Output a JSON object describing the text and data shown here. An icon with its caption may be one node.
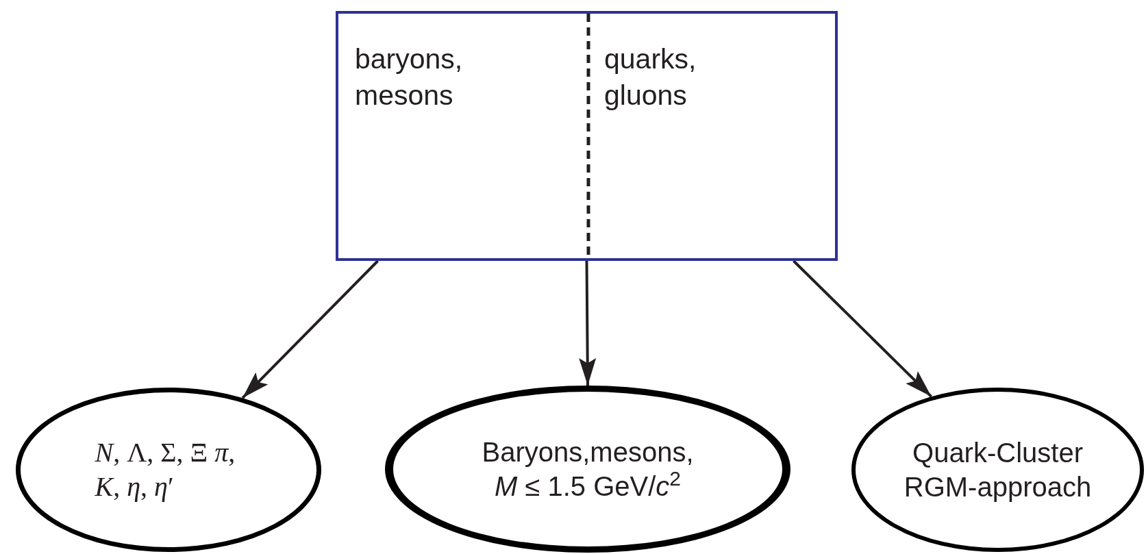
{
  "diagram": {
    "nodes": [
      {
        "text": [
          "baryons, mesons",
          "quarks, gluons"
        ]
      },
      {
        "text": [
          "*N*, Λ, Σ, Ξ *π*, *K*, *η*, *η*′"
        ]
      },
      {
        "text": [
          "Baryons,mesons, *M* ≤ 1.5 GeV/*c*$^{2}$"
        ]
      },
      {
        "text": [
          "Quark-Cluster RGM-approach"
        ]
      }
    ],
    "edges": [
      {
        "from": 0,
        "to": 1,
        "arrow": "to"
      },
      {
        "from": 0,
        "to": 2,
        "arrow": "to"
      },
      {
        "from": 0,
        "to": 3,
        "arrow": "to"
      }
    ]
  }
}
